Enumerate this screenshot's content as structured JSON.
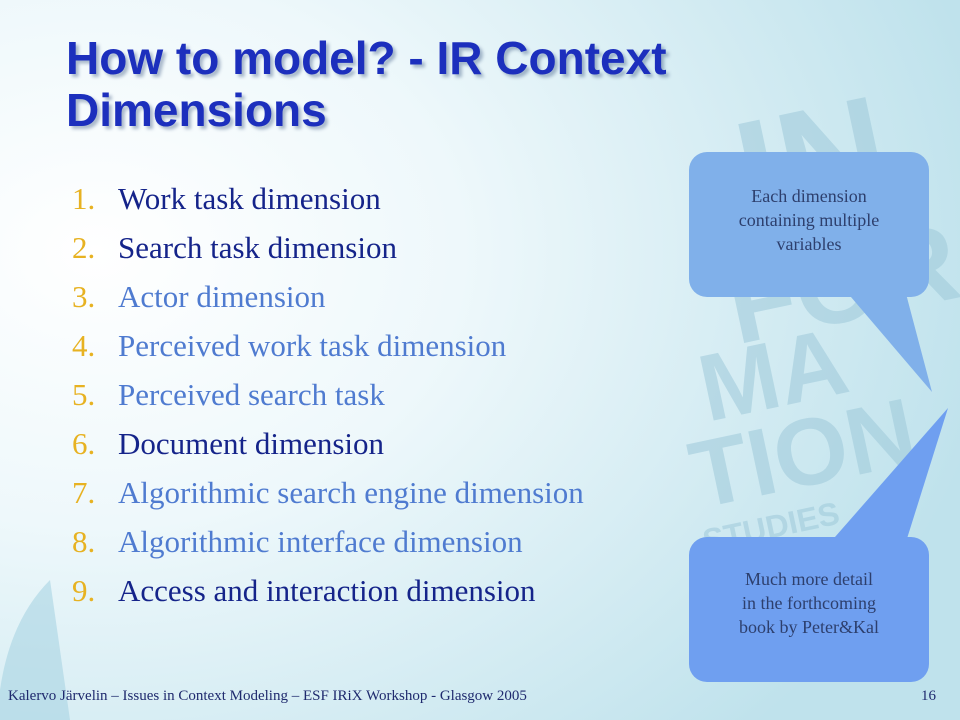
{
  "slide": {
    "title": "How to model? - IR Context Dimensions",
    "items": [
      {
        "number": "1.",
        "label": "Work task dimension"
      },
      {
        "number": "2.",
        "label": "Search task dimension"
      },
      {
        "number": "3.",
        "label": "Actor dimension"
      },
      {
        "number": "4.",
        "label": "Perceived work task dimension"
      },
      {
        "number": "5.",
        "label": "Perceived search task"
      },
      {
        "number": "6.",
        "label": "Document dimension"
      },
      {
        "number": "7.",
        "label": "Algorithmic search engine dimension"
      },
      {
        "number": "8.",
        "label": "Algorithmic interface dimension"
      },
      {
        "number": "9.",
        "label": "Access and interaction dimension"
      }
    ],
    "callouts": [
      {
        "lines": [
          "Each dimension",
          "containing multiple",
          "variables"
        ]
      },
      {
        "lines": [
          "Much more detail",
          "in the forthcoming",
          "book by Peter&Kal"
        ]
      }
    ],
    "footer": "Kalervo Järvelin – Issues in Context Modeling – ESF IRiX Workshop - Glasgow 2005",
    "page_number": "16",
    "background_watermark": "INFORMATION STUDIES",
    "colors": {
      "title": "#1c2fbd",
      "number": "#e7b222",
      "item_dark": "#15248a",
      "item_light": "#4f7bd0",
      "callout_1": "#80b0ea",
      "callout_2": "#6f9ff0"
    }
  }
}
